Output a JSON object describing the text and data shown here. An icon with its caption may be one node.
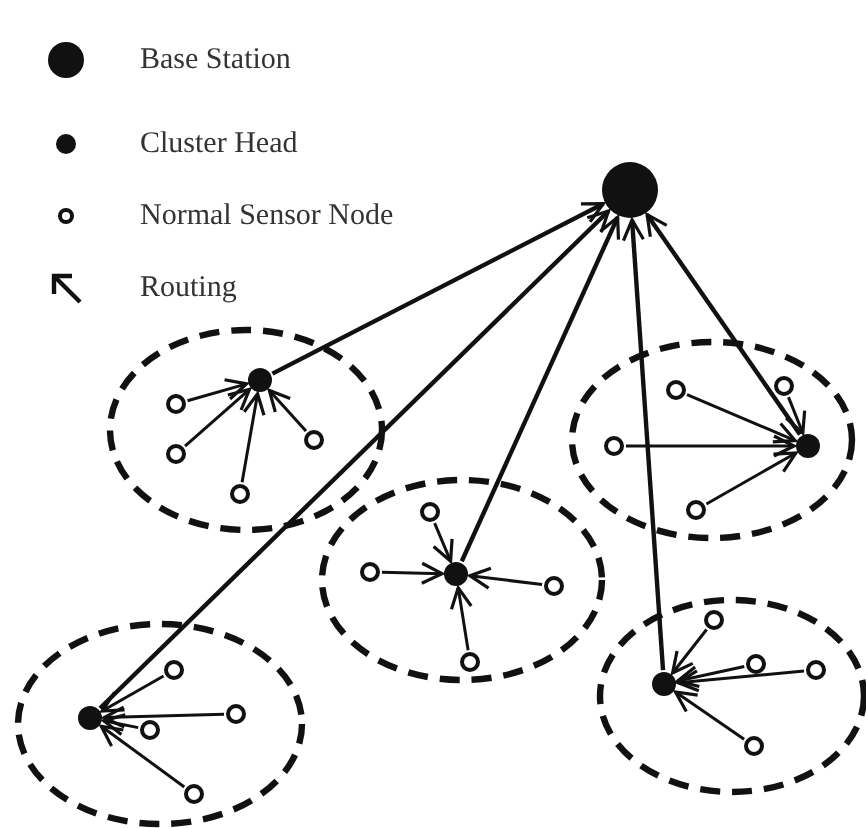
{
  "diagram": {
    "nodes": [
      {
        "text": [],
        "shape": "dot"
      },
      {
        "text": [],
        "shape": "ellipse"
      },
      {
        "text": [],
        "shape": "dot",
        "in": 1
      },
      {
        "text": [],
        "shape": "circle",
        "in": 1
      },
      {
        "text": [],
        "shape": "circle",
        "in": 1
      },
      {
        "text": [],
        "shape": "circle",
        "in": 1
      },
      {
        "text": [],
        "shape": "circle",
        "in": 1
      },
      {
        "text": [],
        "shape": "ellipse"
      },
      {
        "text": [],
        "shape": "dot",
        "in": 7
      },
      {
        "text": [],
        "shape": "circle",
        "in": 7
      },
      {
        "text": [],
        "shape": "circle",
        "in": 7
      },
      {
        "text": [],
        "shape": "circle",
        "in": 7
      },
      {
        "text": [],
        "shape": "circle",
        "in": 7
      },
      {
        "text": [],
        "shape": "ellipse"
      },
      {
        "text": [],
        "shape": "dot",
        "in": 13
      },
      {
        "text": [],
        "shape": "circle",
        "in": 13
      },
      {
        "text": [],
        "shape": "circle",
        "in": 13
      },
      {
        "text": [],
        "shape": "circle",
        "in": 13
      },
      {
        "text": [],
        "shape": "circle",
        "in": 13
      },
      {
        "text": [],
        "shape": "ellipse"
      },
      {
        "text": [],
        "shape": "dot",
        "in": 19
      },
      {
        "text": [],
        "shape": "circle",
        "in": 19
      },
      {
        "text": [],
        "shape": "circle",
        "in": 19
      },
      {
        "text": [],
        "shape": "circle",
        "in": 19
      },
      {
        "text": [],
        "shape": "circle",
        "in": 19
      },
      {
        "text": [],
        "shape": "ellipse"
      },
      {
        "text": [],
        "shape": "dot",
        "in": 25
      },
      {
        "text": [],
        "shape": "circle",
        "in": 25
      },
      {
        "text": [],
        "shape": "circle",
        "in": 25
      },
      {
        "text": [],
        "shape": "circle",
        "in": 25
      },
      {
        "text": [],
        "shape": "circle",
        "in": 25
      }
    ],
    "edges": [
      {
        "from": 2,
        "to": 0,
        "arrow": "to"
      },
      {
        "from": 20,
        "to": 0,
        "arrow": "to"
      },
      {
        "from": 14,
        "to": 0,
        "arrow": "to"
      },
      {
        "from": 26,
        "to": 0,
        "arrow": "to"
      },
      {
        "from": 8,
        "to": 0,
        "arrow": "to"
      },
      {
        "from": 3,
        "to": 2,
        "arrow": "to"
      },
      {
        "from": 4,
        "to": 2,
        "arrow": "to"
      },
      {
        "from": 5,
        "to": 2,
        "arrow": "to"
      },
      {
        "from": 6,
        "to": 2,
        "arrow": "to"
      },
      {
        "from": 9,
        "to": 8,
        "arrow": "to"
      },
      {
        "from": 10,
        "to": 8,
        "arrow": "to"
      },
      {
        "from": 11,
        "to": 8,
        "arrow": "to"
      },
      {
        "from": 12,
        "to": 8,
        "arrow": "to"
      },
      {
        "from": 15,
        "to": 14,
        "arrow": "to"
      },
      {
        "from": 16,
        "to": 14,
        "arrow": "to"
      },
      {
        "from": 17,
        "to": 14,
        "arrow": "to"
      },
      {
        "from": 18,
        "to": 14,
        "arrow": "to"
      },
      {
        "from": 21,
        "to": 20,
        "arrow": "to"
      },
      {
        "from": 22,
        "to": 20,
        "arrow": "to"
      },
      {
        "from": 23,
        "to": 20,
        "arrow": "to"
      },
      {
        "from": 24,
        "to": 20,
        "arrow": "to"
      },
      {
        "from": 27,
        "to": 26,
        "arrow": "to"
      },
      {
        "from": 28,
        "to": 26,
        "arrow": "to"
      },
      {
        "from": 29,
        "to": 26,
        "arrow": "to"
      },
      {
        "from": 30,
        "to": 26,
        "arrow": "to"
      }
    ],
    "legend": [
      {
        "text": "Base Station"
      },
      {
        "text": "Cluster Head"
      },
      {
        "text": "Normal Sensor Node"
      },
      {
        "text": "Routing"
      }
    ]
  }
}
